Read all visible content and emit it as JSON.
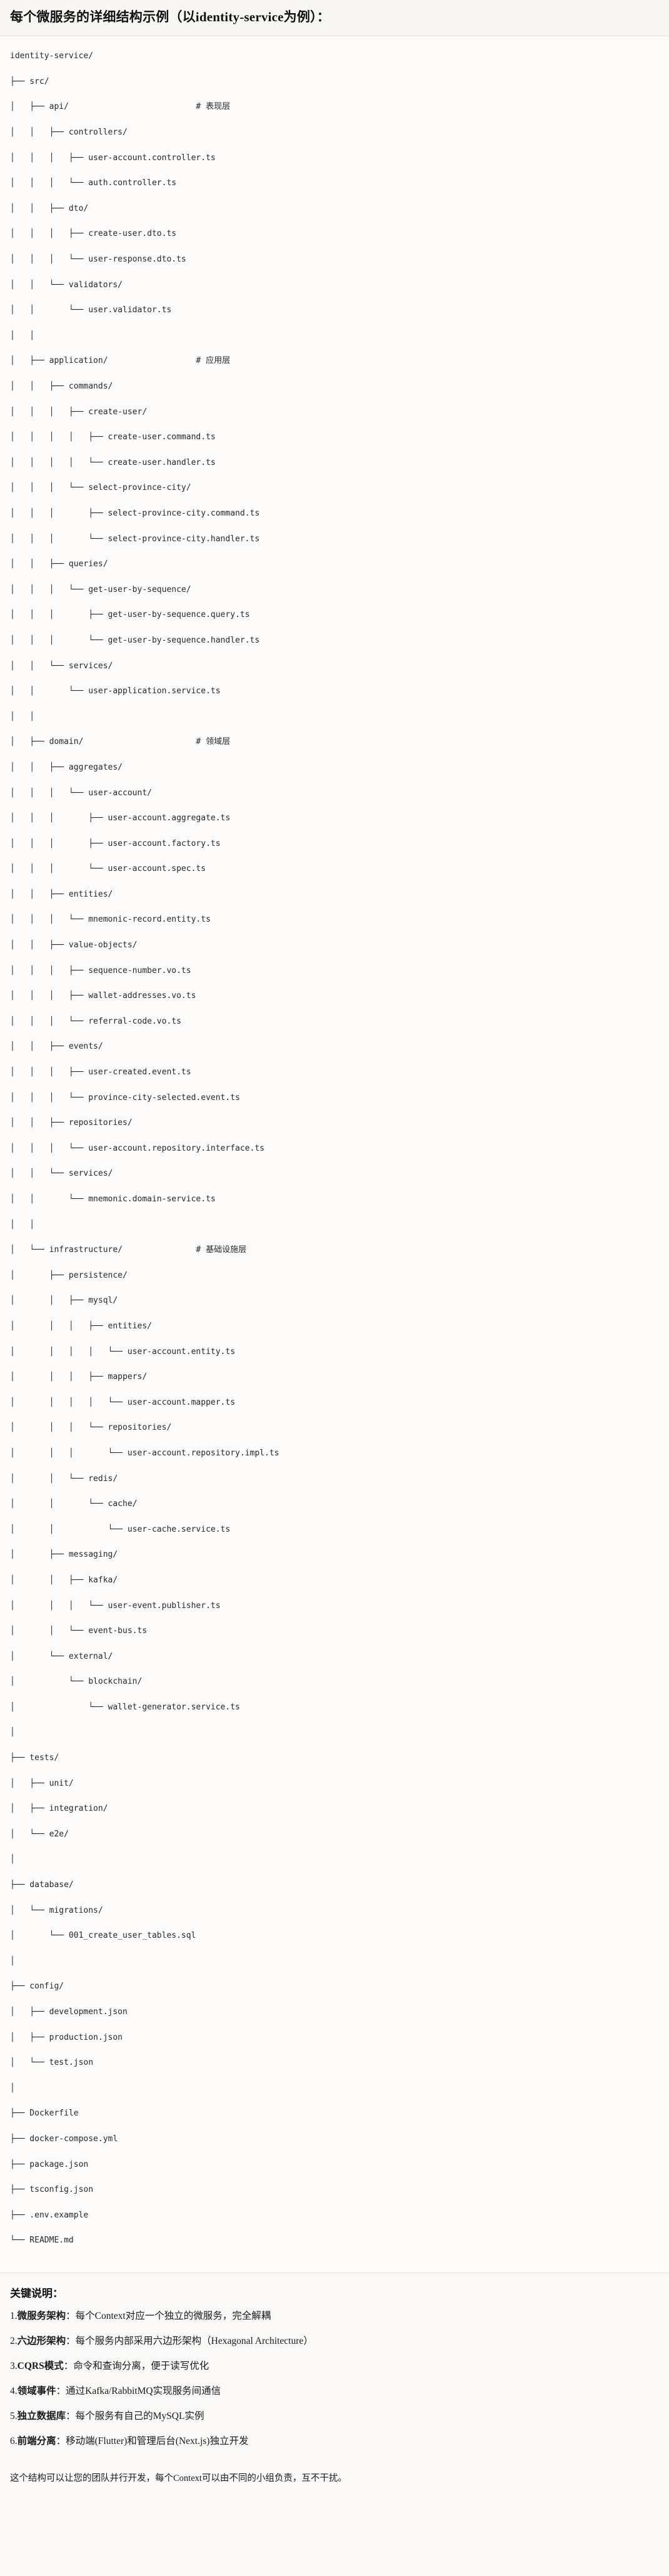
{
  "header": {
    "title": "每个微服务的详细结构示例（以identity-service为例）："
  },
  "tree": {
    "root": "identity-service/",
    "lines": [
      "identity-service/",
      "├── src/",
      "│   ├── api/                          # 表现层",
      "│   │   ├── controllers/",
      "│   │   │   ├── user-account.controller.ts",
      "│   │   │   └── auth.controller.ts",
      "│   │   ├── dto/",
      "│   │   │   ├── create-user.dto.ts",
      "│   │   │   └── user-response.dto.ts",
      "│   │   └── validators/",
      "│   │       └── user.validator.ts",
      "│   │",
      "│   ├── application/                  # 应用层",
      "│   │   ├── commands/",
      "│   │   │   ├── create-user/",
      "│   │   │   │   ├── create-user.command.ts",
      "│   │   │   │   └── create-user.handler.ts",
      "│   │   │   └── select-province-city/",
      "│   │   │       ├── select-province-city.command.ts",
      "│   │   │       └── select-province-city.handler.ts",
      "│   │   ├── queries/",
      "│   │   │   └── get-user-by-sequence/",
      "│   │   │       ├── get-user-by-sequence.query.ts",
      "│   │   │       └── get-user-by-sequence.handler.ts",
      "│   │   └── services/",
      "│   │       └── user-application.service.ts",
      "│   │",
      "│   ├── domain/                       # 领域层",
      "│   │   ├── aggregates/",
      "│   │   │   └── user-account/",
      "│   │   │       ├── user-account.aggregate.ts",
      "│   │   │       ├── user-account.factory.ts",
      "│   │   │       └── user-account.spec.ts",
      "│   │   ├── entities/",
      "│   │   │   └── mnemonic-record.entity.ts",
      "│   │   ├── value-objects/",
      "│   │   │   ├── sequence-number.vo.ts",
      "│   │   │   ├── wallet-addresses.vo.ts",
      "│   │   │   └── referral-code.vo.ts",
      "│   │   ├── events/",
      "│   │   │   ├── user-created.event.ts",
      "│   │   │   └── province-city-selected.event.ts",
      "│   │   ├── repositories/",
      "│   │   │   └── user-account.repository.interface.ts",
      "│   │   └── services/",
      "│   │       └── mnemonic.domain-service.ts",
      "│   │",
      "│   └── infrastructure/               # 基础设施层",
      "│       ├── persistence/",
      "│       │   ├── mysql/",
      "│       │   │   ├── entities/",
      "│       │   │   │   └── user-account.entity.ts",
      "│       │   │   ├── mappers/",
      "│       │   │   │   └── user-account.mapper.ts",
      "│       │   │   └── repositories/",
      "│       │   │       └── user-account.repository.impl.ts",
      "│       │   └── redis/",
      "│       │       └── cache/",
      "│       │           └── user-cache.service.ts",
      "│       ├── messaging/",
      "│       │   ├── kafka/",
      "│       │   │   └── user-event.publisher.ts",
      "│       │   └── event-bus.ts",
      "│       └── external/",
      "│           └── blockchain/",
      "│               └── wallet-generator.service.ts",
      "│",
      "├── tests/",
      "│   ├── unit/",
      "│   ├── integration/",
      "│   └── e2e/",
      "│",
      "├── database/",
      "│   └── migrations/",
      "│       └── 001_create_user_tables.sql",
      "│",
      "├── config/",
      "│   ├── development.json",
      "│   ├── production.json",
      "│   └── test.json",
      "│",
      "├── Dockerfile",
      "├── docker-compose.yml",
      "├── package.json",
      "├── tsconfig.json",
      "├── .env.example",
      "└── README.md"
    ],
    "layer_comments": [
      {
        "label": "# 表现层",
        "target": "api/"
      },
      {
        "label": "# 应用层",
        "target": "application/"
      },
      {
        "label": "# 领域层",
        "target": "domain/"
      },
      {
        "label": "# 基础设施层",
        "target": "infrastructure/"
      }
    ]
  },
  "notes": {
    "title": "关键说明：",
    "items": [
      {
        "num": "1.",
        "lead": "微服务架构",
        "body": "：每个Context对应一个独立的微服务，完全解耦"
      },
      {
        "num": "2.",
        "lead": "六边形架构",
        "body": "：每个服务内部采用六边形架构（Hexagonal Architecture）"
      },
      {
        "num": "3.",
        "lead": "CQRS模式",
        "body": "：命令和查询分离，便于读写优化"
      },
      {
        "num": "4.",
        "lead": "领域事件",
        "body": "：通过Kafka/RabbitMQ实现服务间通信"
      },
      {
        "num": "5.",
        "lead": "独立数据库",
        "body": "：每个服务有自己的MySQL实例"
      },
      {
        "num": "6.",
        "lead": "前端分离",
        "body": "：移动端(Flutter)和管理后台(Next.js)独立开发"
      }
    ],
    "footer": "这个结构可以让您的团队并行开发，每个Context可以由不同的小组负责，互不干扰。"
  }
}
